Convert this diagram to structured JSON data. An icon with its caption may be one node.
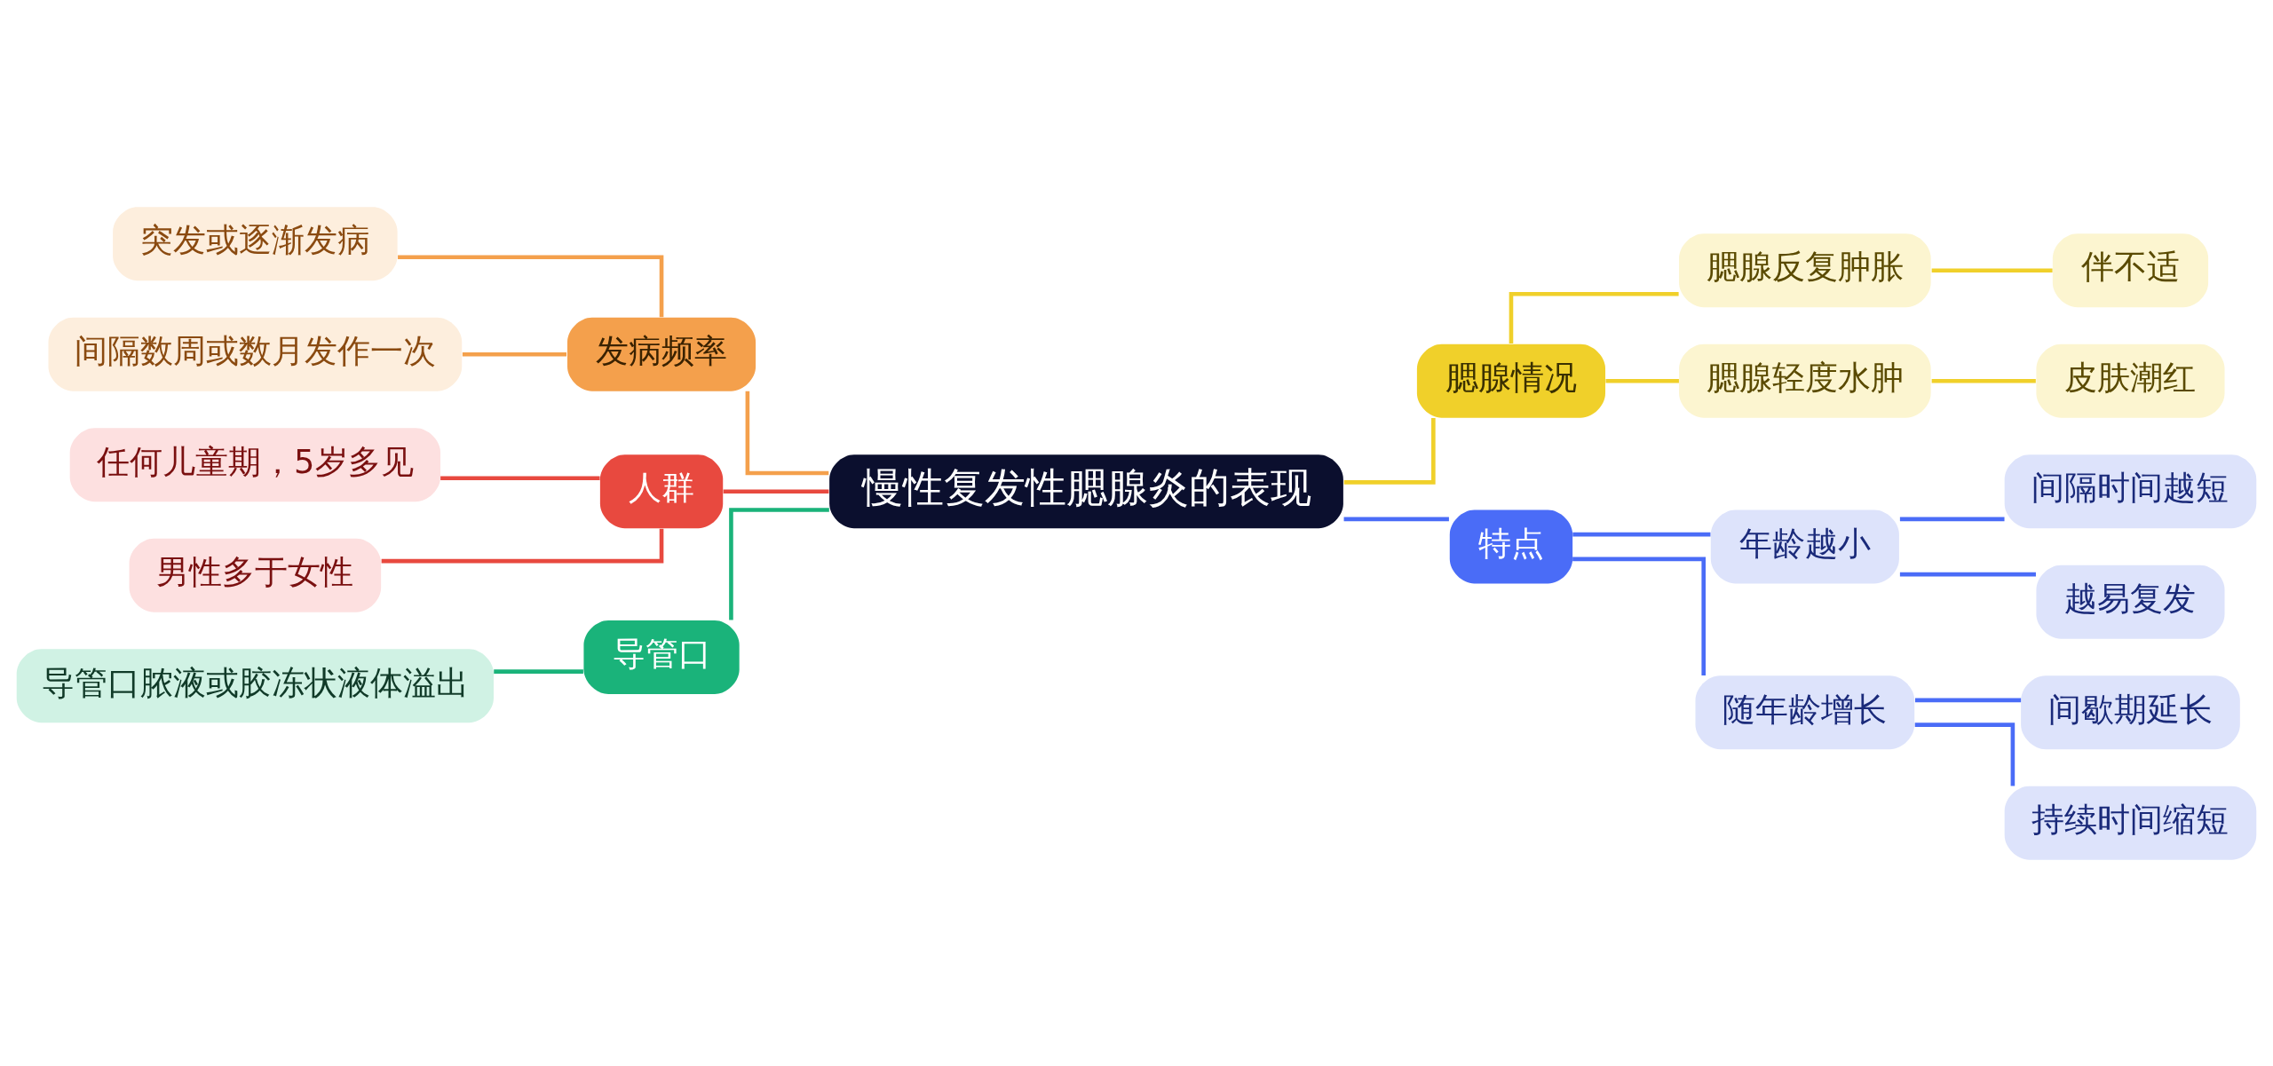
{
  "diagram": {
    "nodes": [
      {
        "text": [
          "慢性复发性腮腺炎的表现"
        ]
      },
      {
        "text": [
          "发病频率"
        ]
      },
      {
        "text": [
          "突发或逐渐发病"
        ]
      },
      {
        "text": [
          "间隔数周或数月发作一次"
        ]
      },
      {
        "text": [
          "人群"
        ]
      },
      {
        "text": [
          "任何儿童期，5岁多见"
        ]
      },
      {
        "text": [
          "男性多于女性"
        ]
      },
      {
        "text": [
          "导管口"
        ]
      },
      {
        "text": [
          "导管口脓液或胶冻状液体溢出"
        ]
      },
      {
        "text": [
          "腮腺情况"
        ]
      },
      {
        "text": [
          "腮腺反复肿胀"
        ]
      },
      {
        "text": [
          "伴不适"
        ]
      },
      {
        "text": [
          "腮腺轻度水肿"
        ]
      },
      {
        "text": [
          "皮肤潮红"
        ]
      },
      {
        "text": [
          "特点"
        ]
      },
      {
        "text": [
          "年龄越小"
        ]
      },
      {
        "text": [
          "间隔时间越短"
        ]
      },
      {
        "text": [
          "越易复发"
        ]
      },
      {
        "text": [
          "随年龄增长"
        ]
      },
      {
        "text": [
          "间歇期延长"
        ]
      },
      {
        "text": [
          "持续时间缩短"
        ]
      }
    ],
    "edges": [
      {
        "from": 0,
        "to": 1,
        "arrow": "none",
        "color": "#f4a04c"
      },
      {
        "from": 1,
        "to": 2,
        "arrow": "none",
        "color": "#f4a04c"
      },
      {
        "from": 1,
        "to": 3,
        "arrow": "none",
        "color": "#f4a04c"
      },
      {
        "from": 0,
        "to": 4,
        "arrow": "none",
        "color": "#e8493f"
      },
      {
        "from": 4,
        "to": 5,
        "arrow": "none",
        "color": "#e8493f"
      },
      {
        "from": 4,
        "to": 6,
        "arrow": "none",
        "color": "#e8493f"
      },
      {
        "from": 0,
        "to": 7,
        "arrow": "none",
        "color": "#1ab37a"
      },
      {
        "from": 7,
        "to": 8,
        "arrow": "none",
        "color": "#1ab37a"
      },
      {
        "from": 0,
        "to": 9,
        "arrow": "none",
        "color": "#f0d02a"
      },
      {
        "from": 9,
        "to": 10,
        "arrow": "none",
        "color": "#f0d02a"
      },
      {
        "from": 10,
        "to": 11,
        "arrow": "none",
        "color": "#f0d02a"
      },
      {
        "from": 9,
        "to": 12,
        "arrow": "none",
        "color": "#f0d02a"
      },
      {
        "from": 12,
        "to": 13,
        "arrow": "none",
        "color": "#f0d02a"
      },
      {
        "from": 0,
        "to": 14,
        "arrow": "none",
        "color": "#4a6cf7"
      },
      {
        "from": 14,
        "to": 15,
        "arrow": "none",
        "color": "#4a6cf7"
      },
      {
        "from": 15,
        "to": 16,
        "arrow": "none",
        "color": "#4a6cf7"
      },
      {
        "from": 15,
        "to": 17,
        "arrow": "none",
        "color": "#4a6cf7"
      },
      {
        "from": 14,
        "to": 18,
        "arrow": "none",
        "color": "#4a6cf7"
      },
      {
        "from": 18,
        "to": 19,
        "arrow": "none",
        "color": "#4a6cf7"
      },
      {
        "from": 18,
        "to": 20,
        "arrow": "none",
        "color": "#4a6cf7"
      }
    ]
  }
}
